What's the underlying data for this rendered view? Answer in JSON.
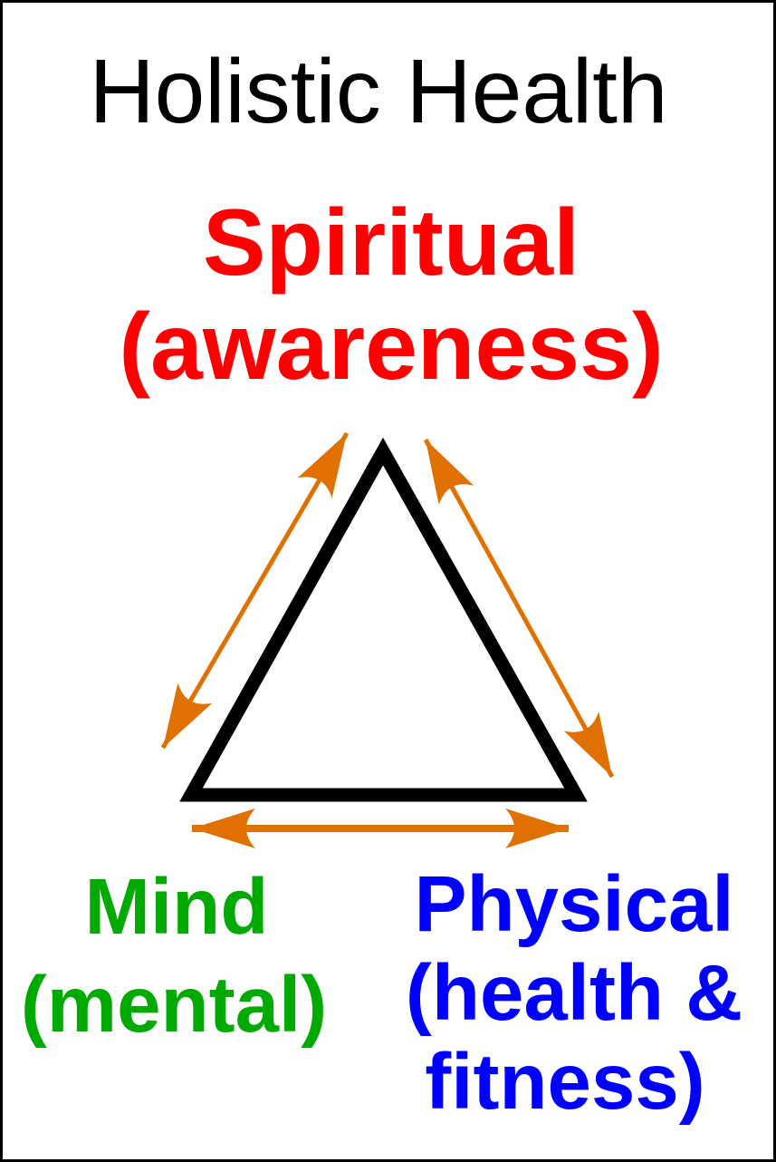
{
  "title": "Holistic Health",
  "spiritual": {
    "label": "Spiritual",
    "sub": "(awareness)",
    "color": "#ff0000"
  },
  "mind": {
    "label": "Mind",
    "sub": "(mental)",
    "color": "#00aa00"
  },
  "physical": {
    "label": "Physical",
    "sub1": "(health &",
    "sub2": "fitness)",
    "color": "#0000ff"
  },
  "arrow_color": "#e07000",
  "triangle_color": "#000000"
}
